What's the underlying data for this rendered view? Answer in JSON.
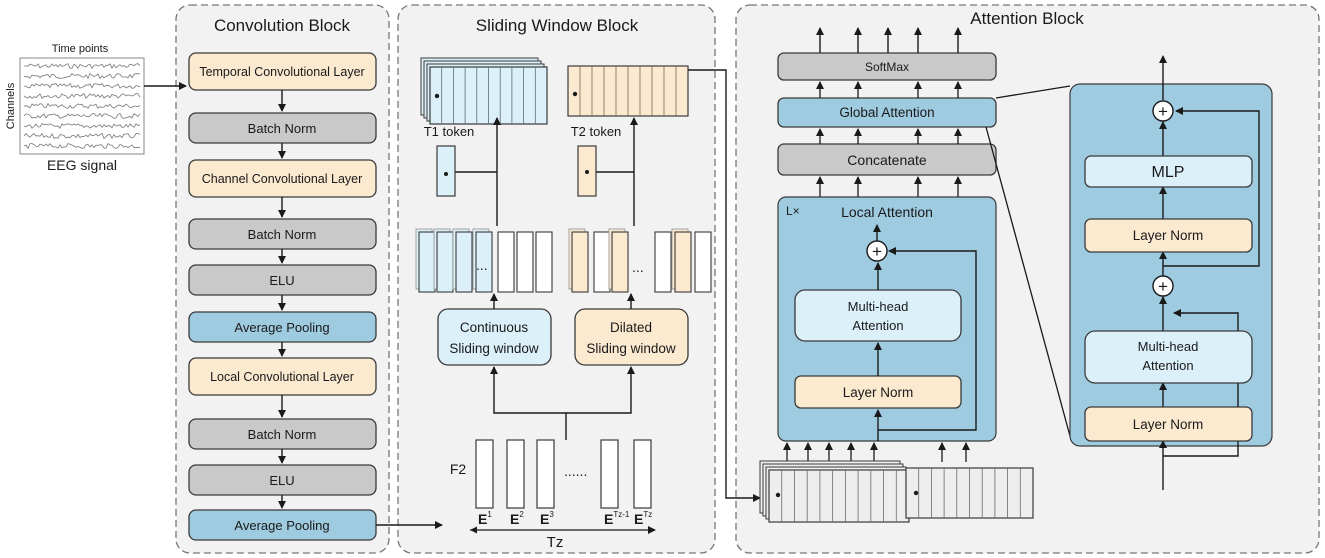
{
  "colors": {
    "gray": "#c9c9c9",
    "peach": "#fbe9d0",
    "blue_mid": "#9ecbe0",
    "blue_light": "#dcf0fa",
    "panel_bg": "#f2f2f2",
    "attention_panel": "#9ecbe0",
    "stroke": "#3a3a3a"
  },
  "eeg": {
    "top_label": "Time points",
    "side_label": "Channels",
    "bottom_label": "EEG signal"
  },
  "conv_block": {
    "title": "Convolution Block",
    "layers": [
      "Temporal Convolutional Layer",
      "Batch Norm",
      "Channel Convolutional Layer",
      "Batch Norm",
      "ELU",
      "Average Pooling",
      "Local Convolutional Layer",
      "Batch Norm",
      "ELU",
      "Average Pooling"
    ]
  },
  "sliding_block": {
    "title": "Sliding Window Block",
    "t1_label": "T1 token",
    "t2_label": "T2 token",
    "continuous_label": "Continuous Sliding window",
    "continuous_line1": "Continuous",
    "continuous_line2": "Sliding window",
    "dilated_line1": "Dilated",
    "dilated_line2": "Sliding window",
    "dots_mid": "...",
    "dots_bottom": "......",
    "f2_label": "F2",
    "tz_label": "Tz",
    "embeddings": [
      {
        "base": "E",
        "sup": "1"
      },
      {
        "base": "E",
        "sup": "2"
      },
      {
        "base": "E",
        "sup": "3"
      },
      {
        "base": "E",
        "sup": "Tz-1"
      },
      {
        "base": "E",
        "sup": "Tz"
      }
    ]
  },
  "attention_block": {
    "title": "Attention Block",
    "softmax": "SoftMax",
    "global_attention": "Global Attention",
    "concatenate": "Concatenate",
    "local_repeat": "L×",
    "local_attention": "Local Attention",
    "mha_line1": "Multi-head",
    "mha_line2": "Attention",
    "layer_norm": "Layer Norm",
    "plus": "+",
    "detail": {
      "mlp": "MLP",
      "layer_norm_top": "Layer Norm",
      "mha_line1": "Multi-head",
      "mha_line2": "Attention",
      "layer_norm_bottom": "Layer Norm"
    }
  }
}
